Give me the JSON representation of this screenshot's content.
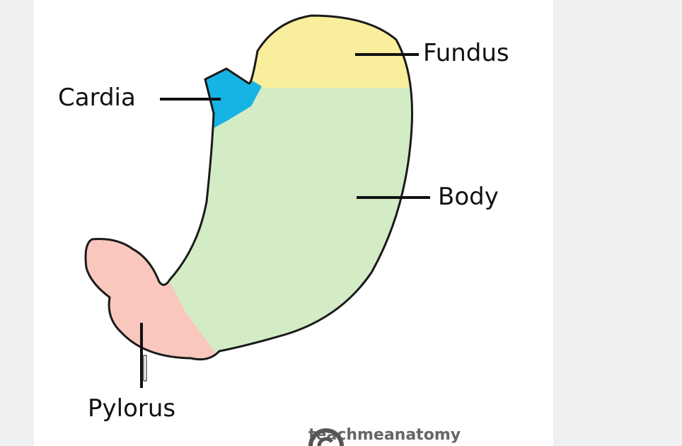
{
  "diagram": {
    "labels": {
      "fundus": "Fundus",
      "cardia": "Cardia",
      "body": "Body",
      "pylorus": "Pylorus"
    },
    "colors": {
      "fundus": "#f8ee9c",
      "cardia": "#16b4e4",
      "body": "#d3ecc6",
      "pylorus": "#fac7bf",
      "outline": "#1a1a1a"
    }
  },
  "credit": {
    "text": "teachmeanatomy",
    "icon": "copyright-icon"
  }
}
